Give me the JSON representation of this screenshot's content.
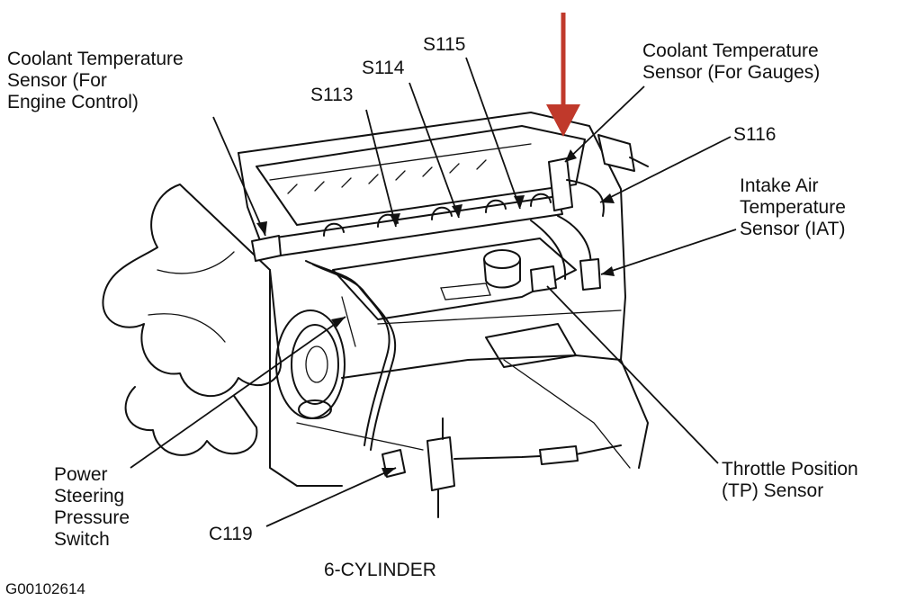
{
  "labels": {
    "coolant_engine": [
      "Coolant Temperature",
      "Sensor (For",
      "Engine Control)"
    ],
    "s113": "S113",
    "s114": "S114",
    "s115": "S115",
    "coolant_gauges": [
      "Coolant Temperature",
      "Sensor (For Gauges)"
    ],
    "s116": "S116",
    "iat": [
      "Intake Air",
      "Temperature",
      "Sensor (IAT)"
    ],
    "tp": [
      "Throttle Position",
      "(TP) Sensor"
    ],
    "power_steering": [
      "Power",
      "Steering",
      "Pressure",
      "Switch"
    ],
    "c119": "C119"
  },
  "caption": "6-CYLINDER",
  "figure_code": "G00102614",
  "colors": {
    "ink": "#111111",
    "highlight_arrow": "#c0392b",
    "background": "#ffffff"
  }
}
